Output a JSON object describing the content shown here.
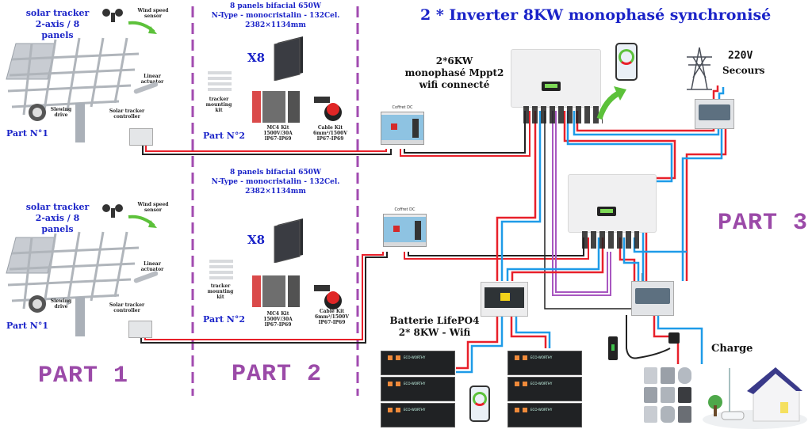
{
  "title": "2 * Inverter 8KW monophasé synchronisé",
  "part_labels": {
    "part1": "PART 1",
    "part2": "PART 2",
    "part3": "PART 3"
  },
  "trackers": [
    {
      "title_line1": "solar tracker",
      "title_line2": "2-axis /  8 panels",
      "wind_sensor": "Wind speed sensor",
      "linear_actuator": "Linear actuator",
      "slewing_drive": "Slewing drive",
      "controller": "Solar tracker controller",
      "part_no": "Part N°1"
    },
    {
      "title_line1": "solar tracker",
      "title_line2": "2-axis /  8 panels",
      "wind_sensor": "Wind speed sensor",
      "linear_actuator": "Linear actuator",
      "slewing_drive": "Slewing drive",
      "controller": "Solar tracker controller",
      "part_no": "Part N°1"
    }
  ],
  "panel_kits": [
    {
      "line1": "8  panels bifacial 650W",
      "line2": "N-Type - monocristalin - 132Cel.",
      "line3": "2382×1134mm",
      "multiplier": "X8",
      "mounting_kit": "tracker mounting kit",
      "mc4_kit": [
        "MC4 Kit",
        "1500V/30A",
        "IP67-IP69"
      ],
      "cable_kit": [
        "Cable Kit",
        "6mm²/1500V",
        "IP67-IP69"
      ],
      "part_no": "Part N°2"
    },
    {
      "line1": "8  panels bifacial 650W",
      "line2": "N-Type - monocristalin - 132Cel.",
      "line3": "2382×1134mm",
      "multiplier": "X8",
      "mounting_kit": "tracker mounting kit",
      "mc4_kit": [
        "MC4 Kit",
        "1500V/30A",
        "IP67-IP69"
      ],
      "cable_kit": [
        "Cable Kit",
        "6mm²/1500V",
        "IP67-IP69"
      ],
      "part_no": "Part N°2"
    }
  ],
  "coffret_dc": [
    "Coffret DC",
    "Coffret DC"
  ],
  "inverter_spec": {
    "line1": "2*6KW",
    "line2": "monophasé Mppt2",
    "line3": "wifi connecté"
  },
  "grid": {
    "voltage": "220V",
    "label": "Secours"
  },
  "battery": {
    "line1": "Batterie LifePO4",
    "line2": "2* 8KW - Wifi",
    "brand": "ECO-WORTHY"
  },
  "load": {
    "label": "Charge"
  },
  "colors": {
    "title_blue": "#1a23c8",
    "part_purple": "#9b4aa8",
    "wire_red": "#e8202a",
    "wire_blue": "#1e9be8",
    "wire_black": "#222222",
    "wire_purple": "#a857c0",
    "arrow_green": "#5cc13a"
  }
}
